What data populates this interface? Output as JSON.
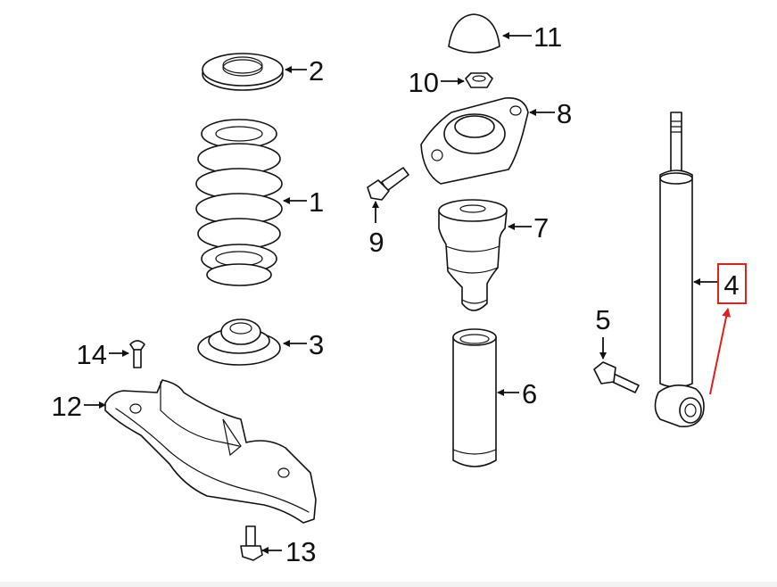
{
  "diagram": {
    "callouts": [
      {
        "id": "1",
        "text": "1"
      },
      {
        "id": "2",
        "text": "2"
      },
      {
        "id": "3",
        "text": "3"
      },
      {
        "id": "4",
        "text": "4"
      },
      {
        "id": "5",
        "text": "5"
      },
      {
        "id": "6",
        "text": "6"
      },
      {
        "id": "7",
        "text": "7"
      },
      {
        "id": "8",
        "text": "8"
      },
      {
        "id": "9",
        "text": "9"
      },
      {
        "id": "10",
        "text": "10"
      },
      {
        "id": "11",
        "text": "11"
      },
      {
        "id": "12",
        "text": "12"
      },
      {
        "id": "13",
        "text": "13"
      },
      {
        "id": "14",
        "text": "14"
      }
    ],
    "highlight": {
      "target": "4",
      "color": "#e02020"
    },
    "line_color": "#111111"
  }
}
